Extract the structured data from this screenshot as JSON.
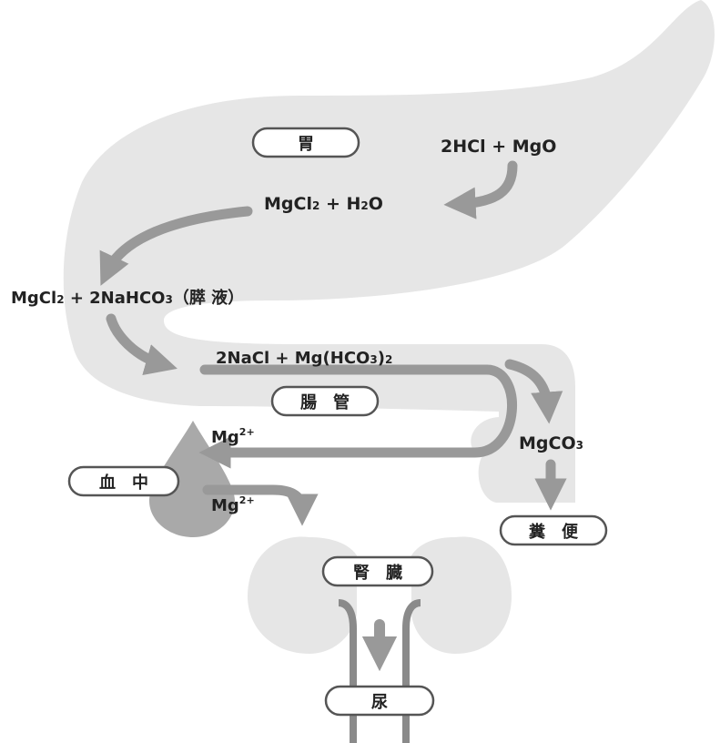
{
  "labels": {
    "stomach": "胃",
    "intestine": "腸　管",
    "blood": "血　中",
    "feces": "糞　便",
    "kidney": "腎　臓",
    "urine": "尿"
  },
  "formulas": {
    "stomach_reactants": {
      "a": "2HCl + MgO"
    },
    "stomach_products": {
      "a": "MgCl",
      "sub1": "2",
      "b": " + H",
      "sub2": "2",
      "c": "O"
    },
    "pancreas": {
      "a": "MgCl",
      "sub1": "2",
      "b": " + 2NaHCO",
      "sub2": "3",
      "c": "（膵 液）"
    },
    "intestine_products": {
      "a": "2NaCl + Mg(HCO",
      "sub1": "3",
      "b": ")",
      "sub2": "2"
    },
    "magnesium_carbonate": {
      "a": "MgCO",
      "sub1": "3"
    },
    "mg_ion_blood": {
      "a": "Mg",
      "sup": "2+"
    },
    "mg_ion_kidney": {
      "a": "Mg",
      "sup": "2+"
    }
  },
  "colors": {
    "organ_fill": "#e6e6e6",
    "arrow": "#999999",
    "blood_drop": "#a9a9a9",
    "outline": "#555555",
    "text": "#222222"
  }
}
